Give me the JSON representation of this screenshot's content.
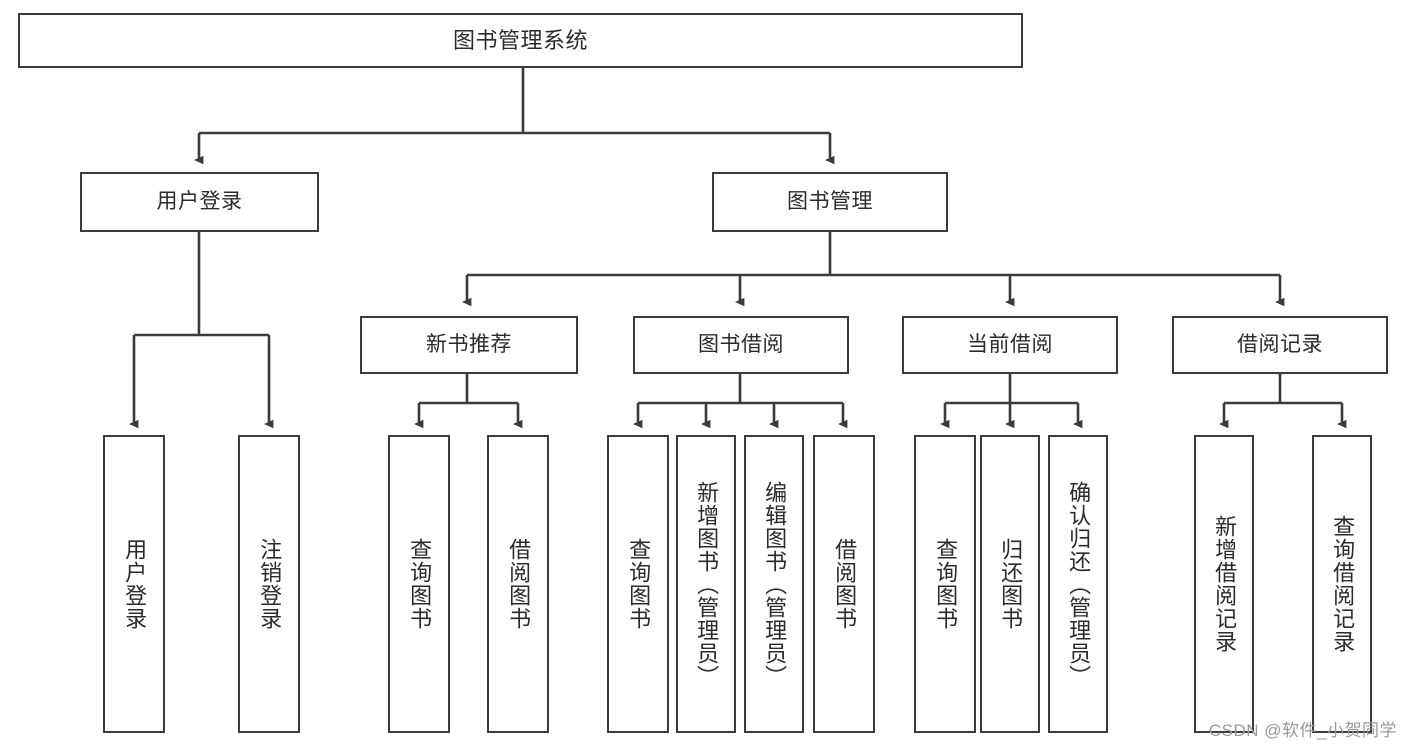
{
  "diagram": {
    "title": "图书管理系统",
    "type": "tree",
    "root": {
      "id": "root",
      "label": "图书管理系统"
    },
    "level2": [
      {
        "id": "user-login",
        "label": "用户登录"
      },
      {
        "id": "book-management",
        "label": "图书管理"
      }
    ],
    "level3": [
      {
        "id": "new-book-recommend",
        "label": "新书推荐",
        "parent": "book-management"
      },
      {
        "id": "book-borrow",
        "label": "图书借阅",
        "parent": "book-management"
      },
      {
        "id": "current-borrow",
        "label": "当前借阅",
        "parent": "book-management"
      },
      {
        "id": "borrow-record",
        "label": "借阅记录",
        "parent": "book-management"
      }
    ],
    "leaves": [
      {
        "id": "leaf-user-login",
        "label": "用户登录",
        "parent": "user-login"
      },
      {
        "id": "leaf-user-logout",
        "label": "注销登录",
        "parent": "user-login"
      },
      {
        "id": "leaf-query-book-1",
        "label": "查询图书",
        "parent": "new-book-recommend"
      },
      {
        "id": "leaf-borrow-book-1",
        "label": "借阅图书",
        "parent": "new-book-recommend"
      },
      {
        "id": "leaf-query-book-2",
        "label": "查询图书",
        "parent": "book-borrow"
      },
      {
        "id": "leaf-add-book",
        "label": "新增图书（管理员）",
        "parent": "book-borrow"
      },
      {
        "id": "leaf-edit-book",
        "label": "编辑图书（管理员）",
        "parent": "book-borrow"
      },
      {
        "id": "leaf-borrow-book-2",
        "label": "借阅图书",
        "parent": "book-borrow"
      },
      {
        "id": "leaf-query-book-3",
        "label": "查询图书",
        "parent": "current-borrow"
      },
      {
        "id": "leaf-return-book",
        "label": "归还图书",
        "parent": "current-borrow"
      },
      {
        "id": "leaf-confirm-return",
        "label": "确认归还（管理员）",
        "parent": "current-borrow"
      },
      {
        "id": "leaf-add-record",
        "label": "新增借阅记录",
        "parent": "borrow-record"
      },
      {
        "id": "leaf-query-record",
        "label": "查询借阅记录",
        "parent": "borrow-record"
      }
    ]
  },
  "watermark": {
    "text": "CSDN @软件_小贺同学"
  },
  "colors": {
    "border": "#3b3b3b",
    "text": "#2b2b2b",
    "background": "#ffffff",
    "watermark": "#9a9a9a"
  }
}
